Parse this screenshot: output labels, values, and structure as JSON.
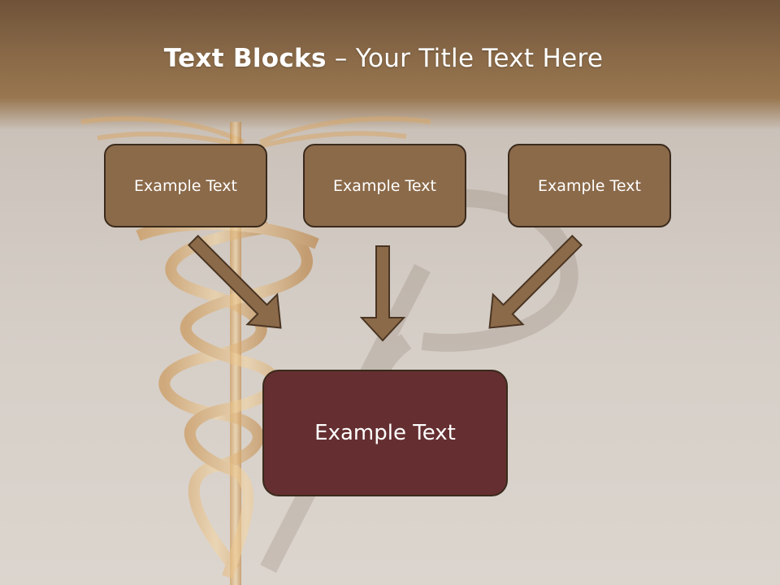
{
  "slide": {
    "title_bold": "Text Blocks",
    "title_dash": " – ",
    "title_rest": "Your Title Text Here",
    "top_boxes": [
      {
        "label": "Example Text"
      },
      {
        "label": "Example Text"
      },
      {
        "label": "Example Text"
      }
    ],
    "main_box": {
      "label": "Example Text"
    }
  },
  "colors": {
    "header_brown": "#8a6a48",
    "box_fill": "#8b6a4a",
    "box_border": "#3a2a1c",
    "main_box_fill": "#652f31",
    "arrow_fill": "#8b6a4a"
  },
  "icons": {
    "background_image": "caduceus-icon",
    "arrows": [
      "arrow-down-right-icon",
      "arrow-down-icon",
      "arrow-down-left-icon"
    ]
  }
}
